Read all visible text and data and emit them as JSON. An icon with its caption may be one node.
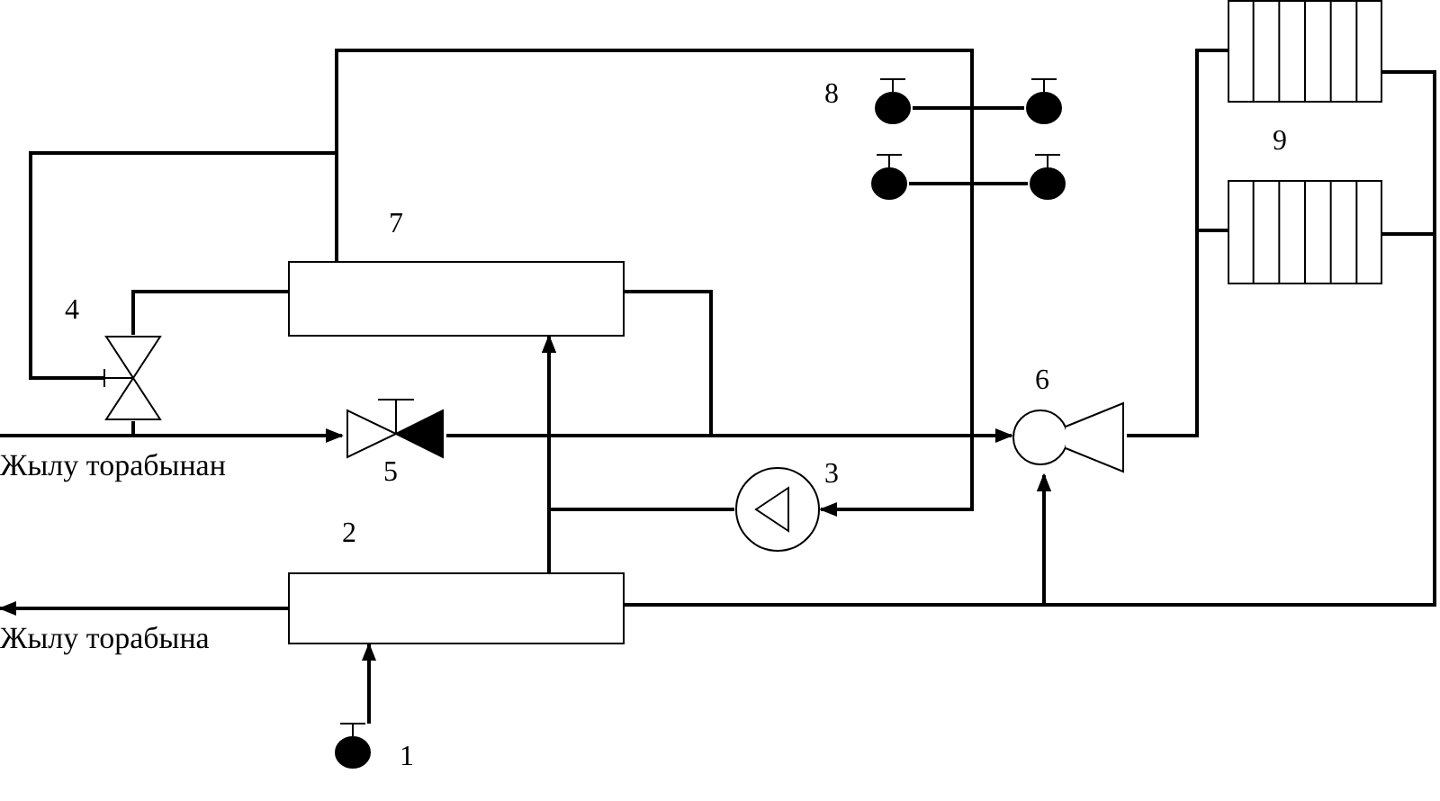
{
  "diagram": {
    "nodes": [
      {
        "text": [],
        "shape": "box"
      },
      {
        "text": [],
        "shape": "box"
      },
      {
        "text": [],
        "shape": "pump"
      },
      {
        "text": [],
        "shape": "valve"
      },
      {
        "text": [],
        "shape": "valve"
      },
      {
        "text": [],
        "shape": "ejector"
      },
      {
        "text": [],
        "shape": "radiator"
      },
      {
        "text": [],
        "shape": "radiator"
      },
      {
        "text": [],
        "shape": "circle"
      },
      {
        "text": [],
        "shape": "circle"
      },
      {
        "text": [],
        "shape": "circle"
      },
      {
        "text": [],
        "shape": "circle"
      },
      {
        "text": [],
        "shape": "circle"
      },
      {
        "text": [
          "Жылу торабынан"
        ]
      },
      {
        "text": [
          "Жылу торабына"
        ]
      }
    ],
    "edges": [
      {
        "from": 13,
        "to": 4,
        "arrow": "to"
      },
      {
        "from": 13,
        "to": 3,
        "arrow": "none"
      },
      {
        "from": 3,
        "to": 0,
        "arrow": "none"
      },
      {
        "from": 0,
        "to": 2,
        "arrow": "to"
      },
      {
        "from": 0,
        "to": 3,
        "arrow": "none"
      },
      {
        "from": 0,
        "to": 5,
        "arrow": "to"
      },
      {
        "from": 4,
        "to": 5,
        "arrow": "none"
      },
      {
        "from": 2,
        "to": 0,
        "arrow": "to"
      },
      {
        "from": 1,
        "to": 0,
        "arrow": "to"
      },
      {
        "from": 5,
        "to": 6,
        "arrow": "none"
      },
      {
        "from": 5,
        "to": 7,
        "arrow": "none"
      },
      {
        "from": 6,
        "to": 1,
        "arrow": "none"
      },
      {
        "from": 7,
        "to": 1,
        "arrow": "none"
      },
      {
        "from": 6,
        "to": 5,
        "arrow": "to"
      },
      {
        "from": 7,
        "to": 5,
        "arrow": "to"
      },
      {
        "from": 1,
        "to": 14,
        "arrow": "to"
      },
      {
        "from": 8,
        "to": 1,
        "arrow": "to"
      },
      {
        "from": 9,
        "to": 10,
        "arrow": "none"
      },
      {
        "from": 11,
        "to": 12,
        "arrow": "none"
      }
    ],
    "labels": [
      "8",
      "9",
      "7",
      "4",
      "6",
      "3",
      "5",
      "2",
      "1"
    ]
  }
}
